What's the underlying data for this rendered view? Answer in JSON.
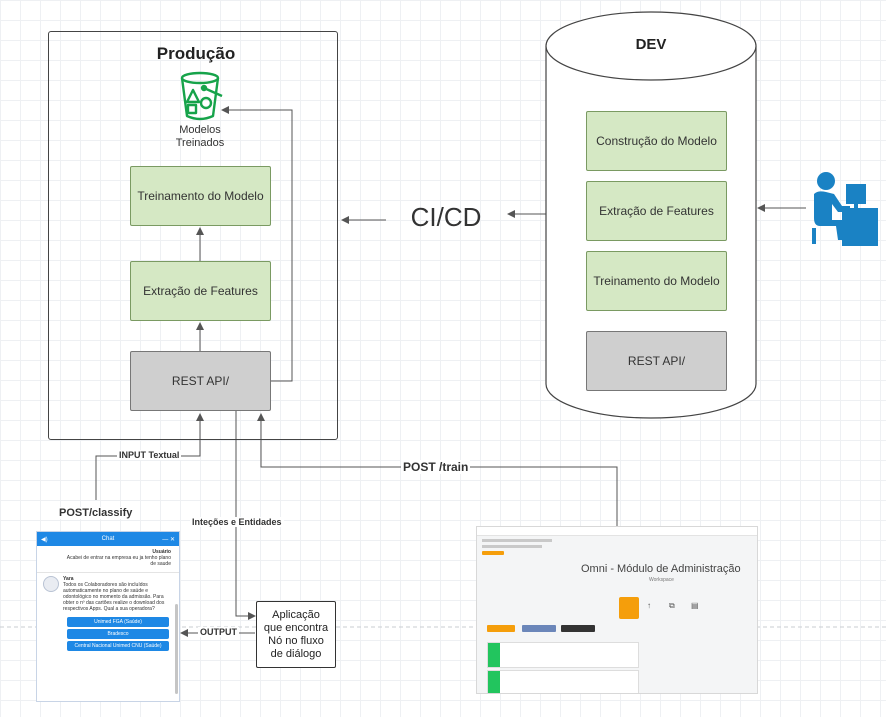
{
  "producao": {
    "title": "Produção",
    "modelos_label_1": "Modelos",
    "modelos_label_2": "Treinados",
    "treinamento": "Treinamento do Modelo",
    "extracao": "Extração de Features",
    "rest": "REST API/"
  },
  "dev": {
    "title": "DEV",
    "construcao": "Construção do Modelo",
    "extracao": "Extração de Features",
    "treinamento": "Treinamento do Modelo",
    "rest": "REST API/"
  },
  "cicd": "CI/CD",
  "edges": {
    "input_textual": "INPUT Textual",
    "post_classify": "POST/classify",
    "post_train": "POST /train",
    "intecoes": "Inteções e Entidades",
    "output": "OUTPUT"
  },
  "aplicacao": {
    "line1": "Aplicação",
    "line2": "que encontra",
    "line3": "Nó no fluxo",
    "line4": "de diálogo"
  },
  "chat": {
    "title": "Chat",
    "user_name": "Usuário",
    "user_msg": "Acabei de entrar na empresa eu ja tenho plano de saude",
    "bot_name": "Yara",
    "bot_msg": "Todos os Colaboradores são incluídos automaticamente no plano de saúde e odontológico no momento da admissão. Para obter o nº das cartões realize o download dos respectivos Apps. Qual a sua operadora?",
    "options": [
      "Unimed FGA (Saúde)",
      "Bradesco",
      "Central Nacional Unimed CNU (Saúde)"
    ]
  },
  "admin": {
    "title": "Omni - Módulo de Administração",
    "subtitle": "Workspace"
  },
  "colors": {
    "green_fill": "#d5e8c4",
    "gray_fill": "#cfcfcf",
    "icon_green": "#16a34a",
    "person_blue": "#1a82c4"
  }
}
